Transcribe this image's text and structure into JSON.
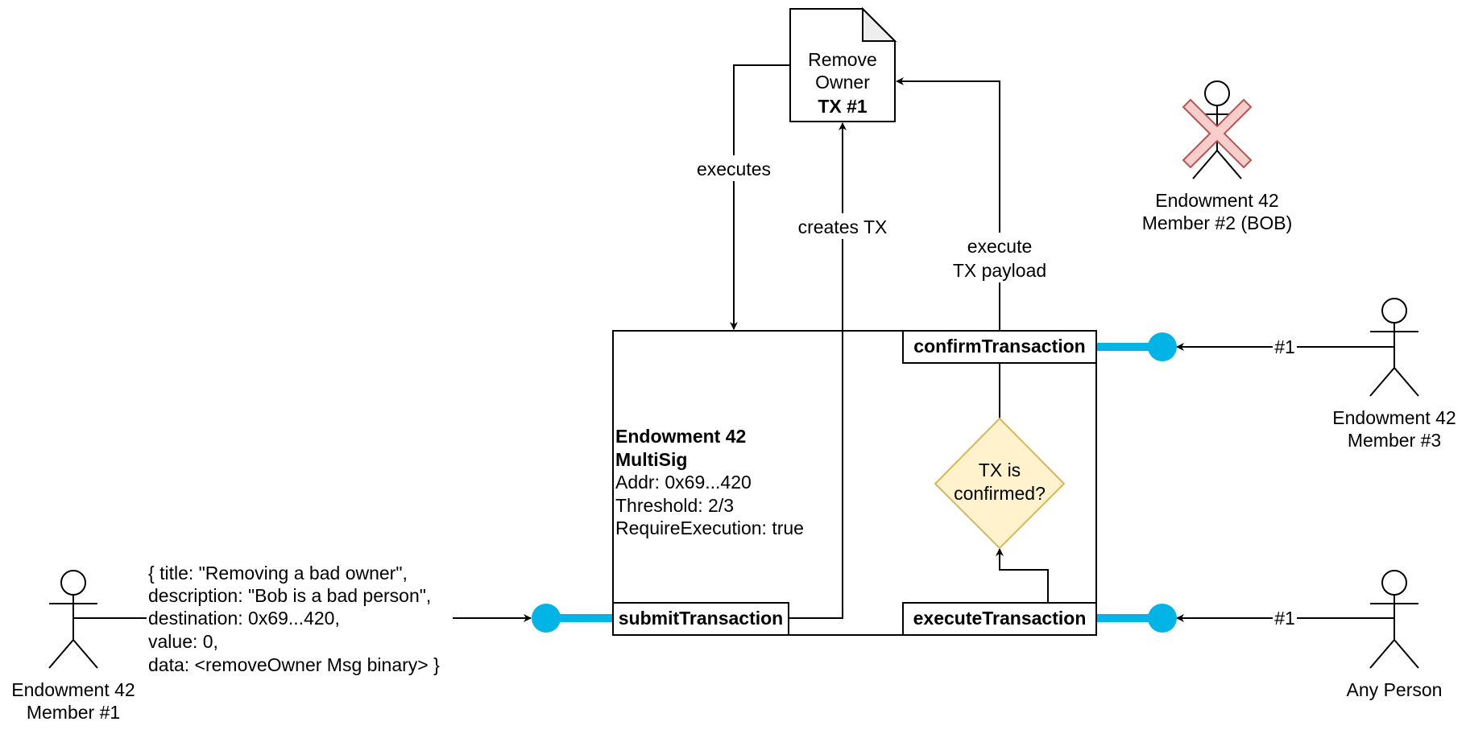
{
  "document": {
    "title_line1": "Remove",
    "title_line2": "Owner",
    "title_line3": "TX #1"
  },
  "multisig": {
    "name_line1": "Endowment 42",
    "name_line2": "MultiSig",
    "addr": "Addr: 0x69...420",
    "threshold": "Threshold: 2/3",
    "require_execution": "RequireExecution: true",
    "submit_label": "submitTransaction",
    "confirm_label": "confirmTransaction",
    "execute_label": "executeTransaction"
  },
  "decision": {
    "line1": "TX is",
    "line2": "confirmed?"
  },
  "edges": {
    "executes": "executes",
    "creates_tx": "creates TX",
    "execute_payload_line1": "execute",
    "execute_payload_line2": "TX payload",
    "member3_call": "#1",
    "anyone_call": "#1"
  },
  "payload": {
    "line1": "{ title: \"Removing a bad owner\",",
    "line2": "description: \"Bob is a bad person\",",
    "line3": "destination: 0x69...420,",
    "line4": "value: 0,",
    "line5": "data: <removeOwner Msg binary> }"
  },
  "actors": {
    "member1_line1": "Endowment 42",
    "member1_line2": "Member #1",
    "member2_line1": "Endowment 42",
    "member2_line2": "Member #2 (BOB)",
    "member3_line1": "Endowment 42",
    "member3_line2": "Member #3",
    "anyone_line1": "Any Person"
  },
  "colors": {
    "port": "#00b4e6",
    "decision_fill": "#fff2cc",
    "decision_stroke": "#d6b656",
    "removed_fill": "#f8cecc",
    "removed_stroke": "#b85450",
    "doc_fold": "#eeeeee"
  },
  "icons": {
    "actor": "stick-figure-icon",
    "removed": "x-mark-icon",
    "document": "document-icon",
    "port": "port-dot-icon"
  }
}
